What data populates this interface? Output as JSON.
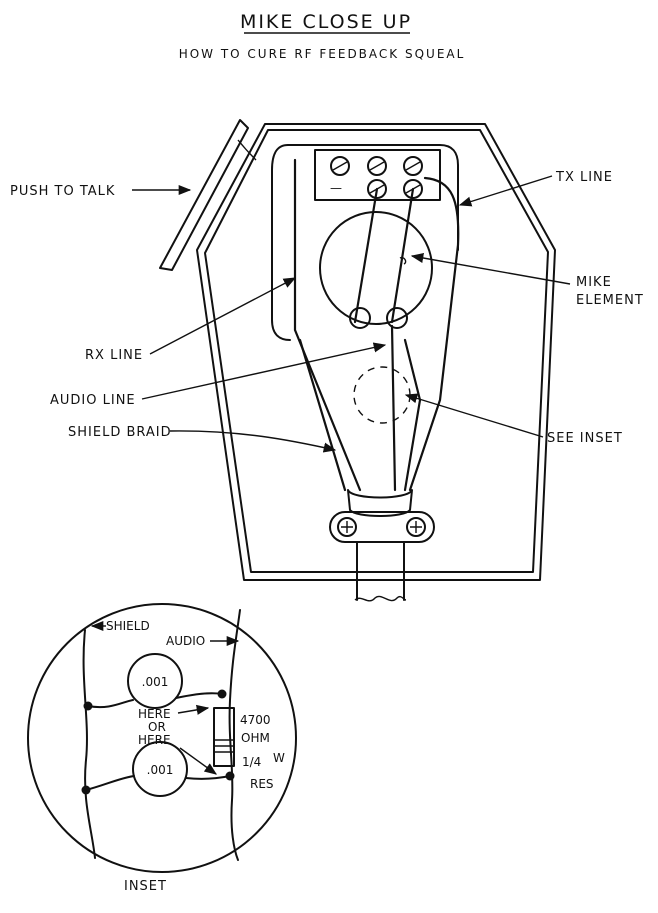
{
  "title": "MIKE CLOSE UP",
  "subtitle": "HOW TO CURE RF FEEDBACK SQUEAL",
  "labels": {
    "push_to_talk": "PUSH TO TALK",
    "tx_line": "TX LINE",
    "mike_element_1": "MIKE",
    "mike_element_2": "ELEMENT",
    "rx_line": "RX LINE",
    "audio_line": "AUDIO LINE",
    "shield_braid": "SHIELD BRAID",
    "see_inset": "SEE INSET"
  },
  "inset": {
    "shield": "SHIELD",
    "audio": "AUDIO",
    "cap_top": ".001",
    "cap_bottom": ".001",
    "here_1": "HERE",
    "or": "OR",
    "here_2": "HERE",
    "res_value": "4700",
    "res_unit": "OHM",
    "res_frac": "1/4",
    "res_w": "W",
    "res_type": "RES",
    "caption": "INSET"
  },
  "switch_symbol": "—"
}
